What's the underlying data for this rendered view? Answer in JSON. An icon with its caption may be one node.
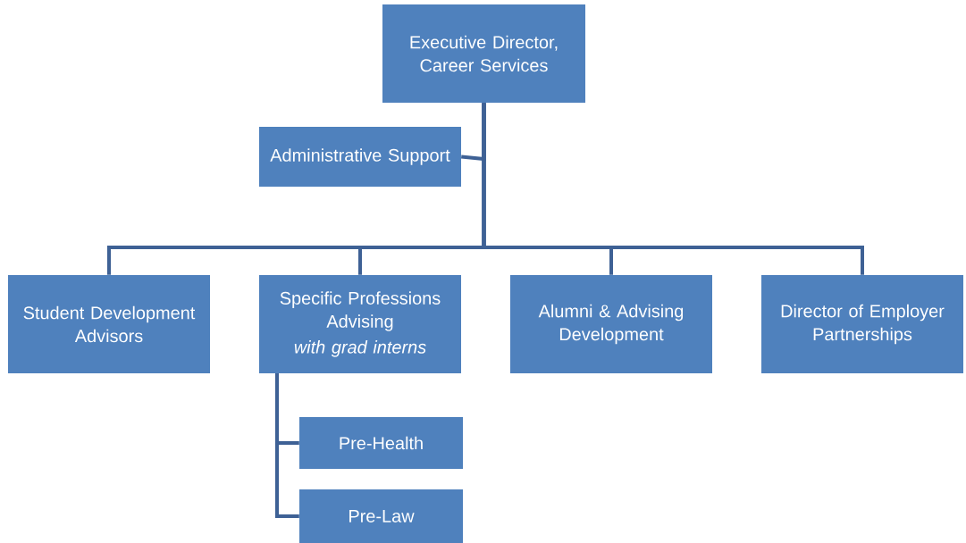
{
  "diagram": {
    "nodes": [
      {
        "text": [
          "Executive Director, Career Services"
        ]
      },
      {
        "text": [
          "Administrative Support"
        ]
      },
      {
        "text": [
          "Student Development Advisors"
        ]
      },
      {
        "text": [
          "Specific Professions Advising",
          "with grad interns"
        ]
      },
      {
        "text": [
          "Alumni & Advising Development"
        ]
      },
      {
        "text": [
          "Director of Employer Partnerships"
        ]
      },
      {
        "text": [
          "Pre-Health"
        ]
      },
      {
        "text": [
          "Pre-Law"
        ]
      }
    ],
    "edges": [
      {
        "from": 0,
        "to": 1,
        "arrow": "none"
      },
      {
        "from": 0,
        "to": 2,
        "arrow": "none"
      },
      {
        "from": 0,
        "to": 3,
        "arrow": "none"
      },
      {
        "from": 0,
        "to": 4,
        "arrow": "none"
      },
      {
        "from": 0,
        "to": 5,
        "arrow": "none"
      },
      {
        "from": 3,
        "to": 6,
        "arrow": "none"
      },
      {
        "from": 3,
        "to": 7,
        "arrow": "none"
      }
    ]
  }
}
